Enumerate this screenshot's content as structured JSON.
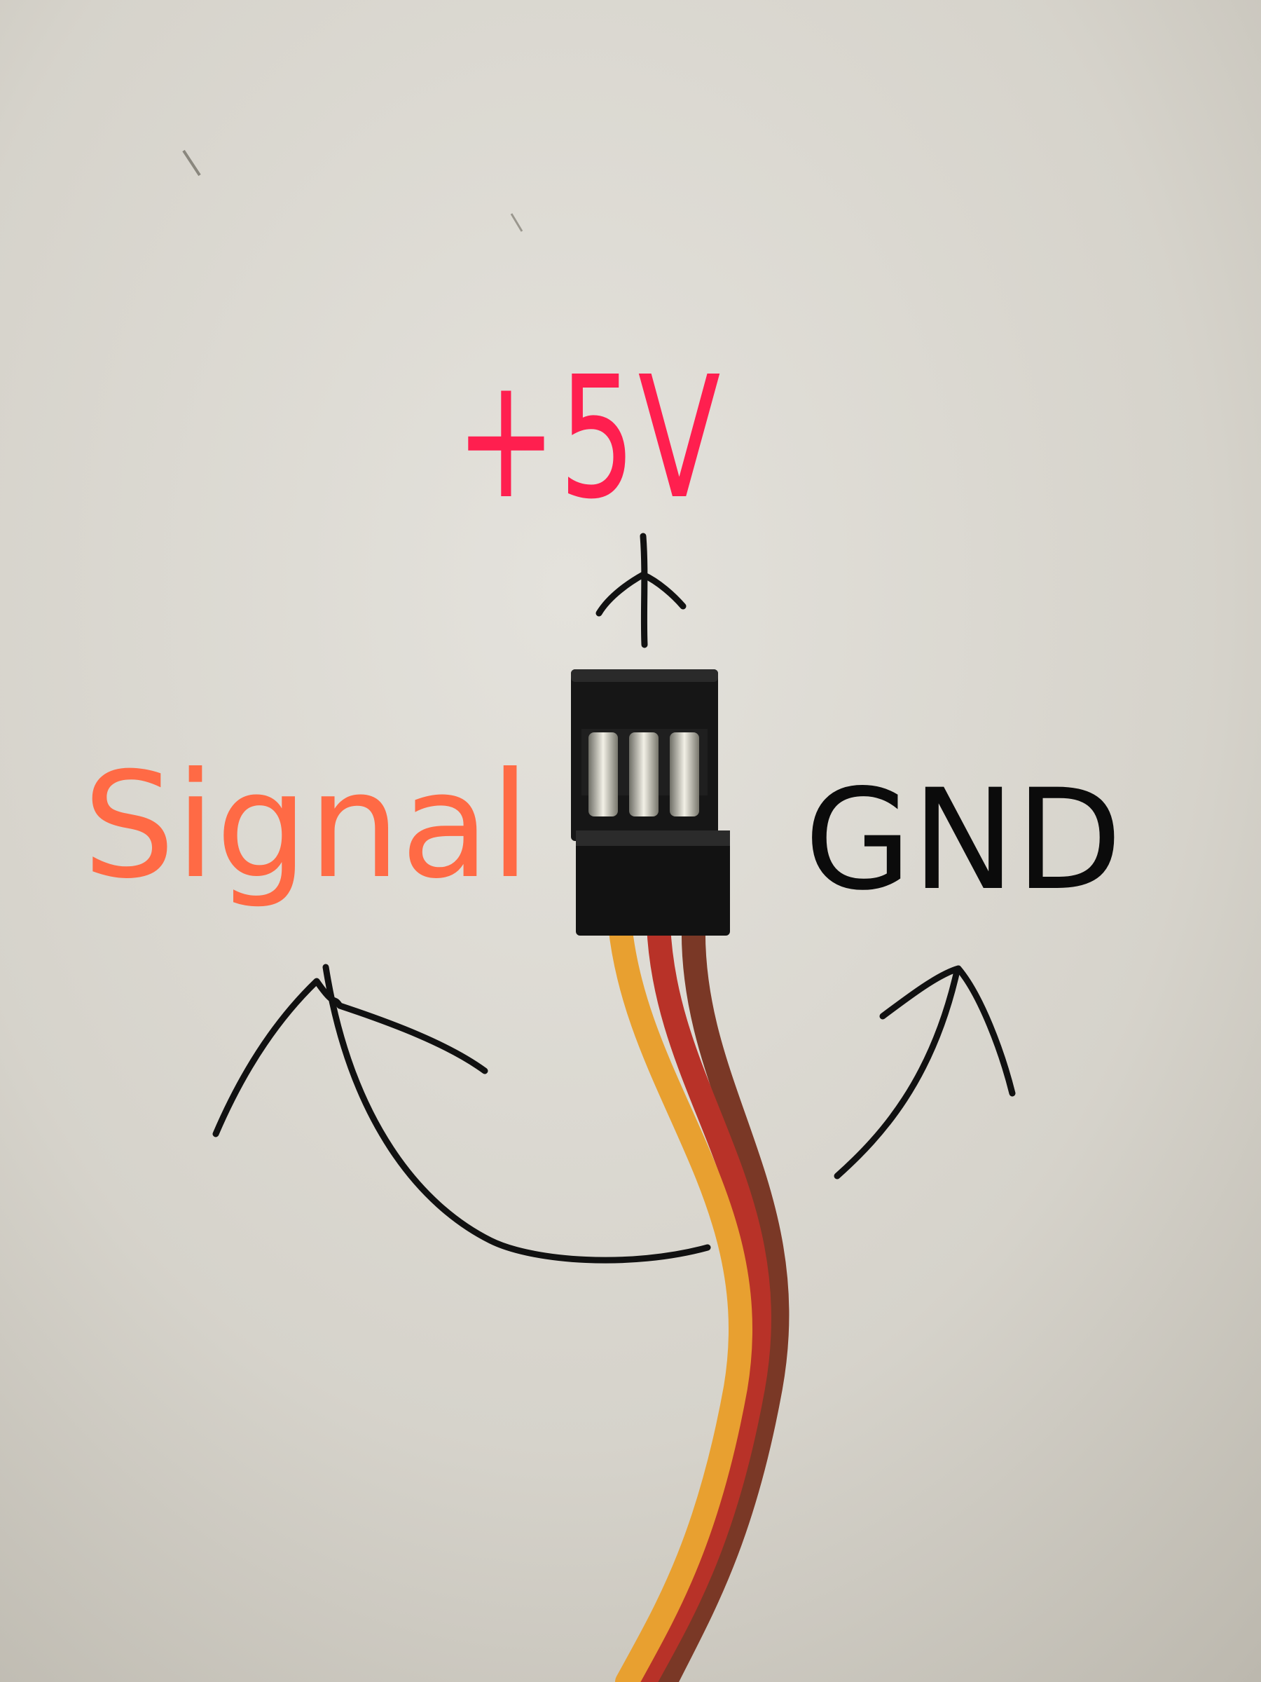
{
  "labels": {
    "power": {
      "text": "+5V",
      "color": "#ff1f4f"
    },
    "signal": {
      "text": "Signal",
      "color": "#ff6a45"
    },
    "ground": {
      "text": "GND",
      "color": "#0b0b0b"
    }
  },
  "wire_colors": {
    "signal": "#e8a030",
    "power": "#b83228",
    "ground": "#7a3826"
  },
  "background_color": "#dcd9d2",
  "ink_color": "#111111"
}
